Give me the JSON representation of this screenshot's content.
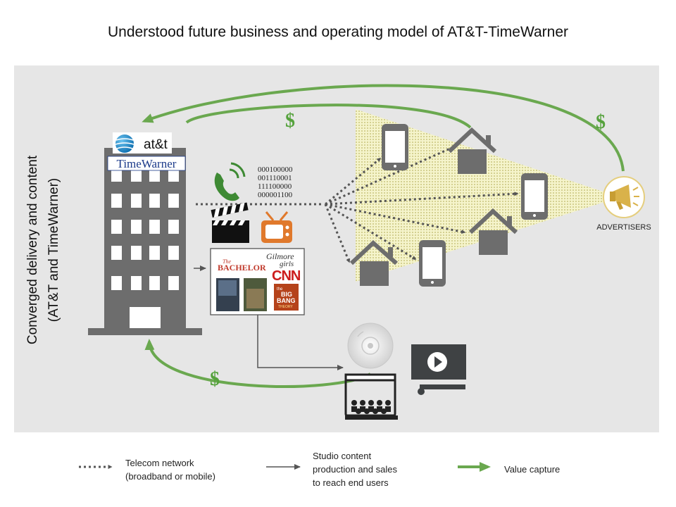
{
  "title": "Understood future business and operating model of AT&T-TimeWarner",
  "side_label": {
    "line1": "Converged delivery and content",
    "line2": "(AT&T and TimeWarner)"
  },
  "logos": {
    "att": "at&t",
    "timewarner": "TimeWarner"
  },
  "binary_lines": [
    "000100000",
    "001110001",
    "111100000",
    "000001100"
  ],
  "content_titles": {
    "gilmore_line1": "Gilmore",
    "gilmore_line2": "girls",
    "bachelor_prefix": "The",
    "bachelor": "BACHELOR",
    "cnn": "CNN",
    "bigbang_line1": "the",
    "bigbang_line2": "BIG",
    "bigbang_line3": "BANG",
    "bigbang_line4": "THEORY"
  },
  "dollar": "$",
  "advertisers_label": "ADVERTISERS",
  "legend": {
    "telecom_line1": "Telecom network",
    "telecom_line2": "(broadband or mobile)",
    "studio_line1": "Studio content",
    "studio_line2": "production  and sales",
    "studio_line3": "to reach end users",
    "value": "Value capture"
  },
  "colors": {
    "green": "#6aa84f",
    "dollar_green": "#55a23c",
    "gray_icon": "#6d6d6d",
    "dark_gray": "#4a4a4a",
    "panel": "#e6e6e6",
    "cone_yellow": "#f4f1b2",
    "tv_orange": "#e0792c",
    "cnn_red": "#cc1c1c",
    "att_blue": "#1c8fce",
    "timewarner_navy": "#1b3a8a"
  },
  "icons": [
    "building-icon",
    "phone-call-icon",
    "clapperboard-icon",
    "tv-icon",
    "smartphone-icon",
    "house-icon",
    "megaphone-icon",
    "disc-icon",
    "video-player-icon",
    "cinema-audience-icon"
  ]
}
